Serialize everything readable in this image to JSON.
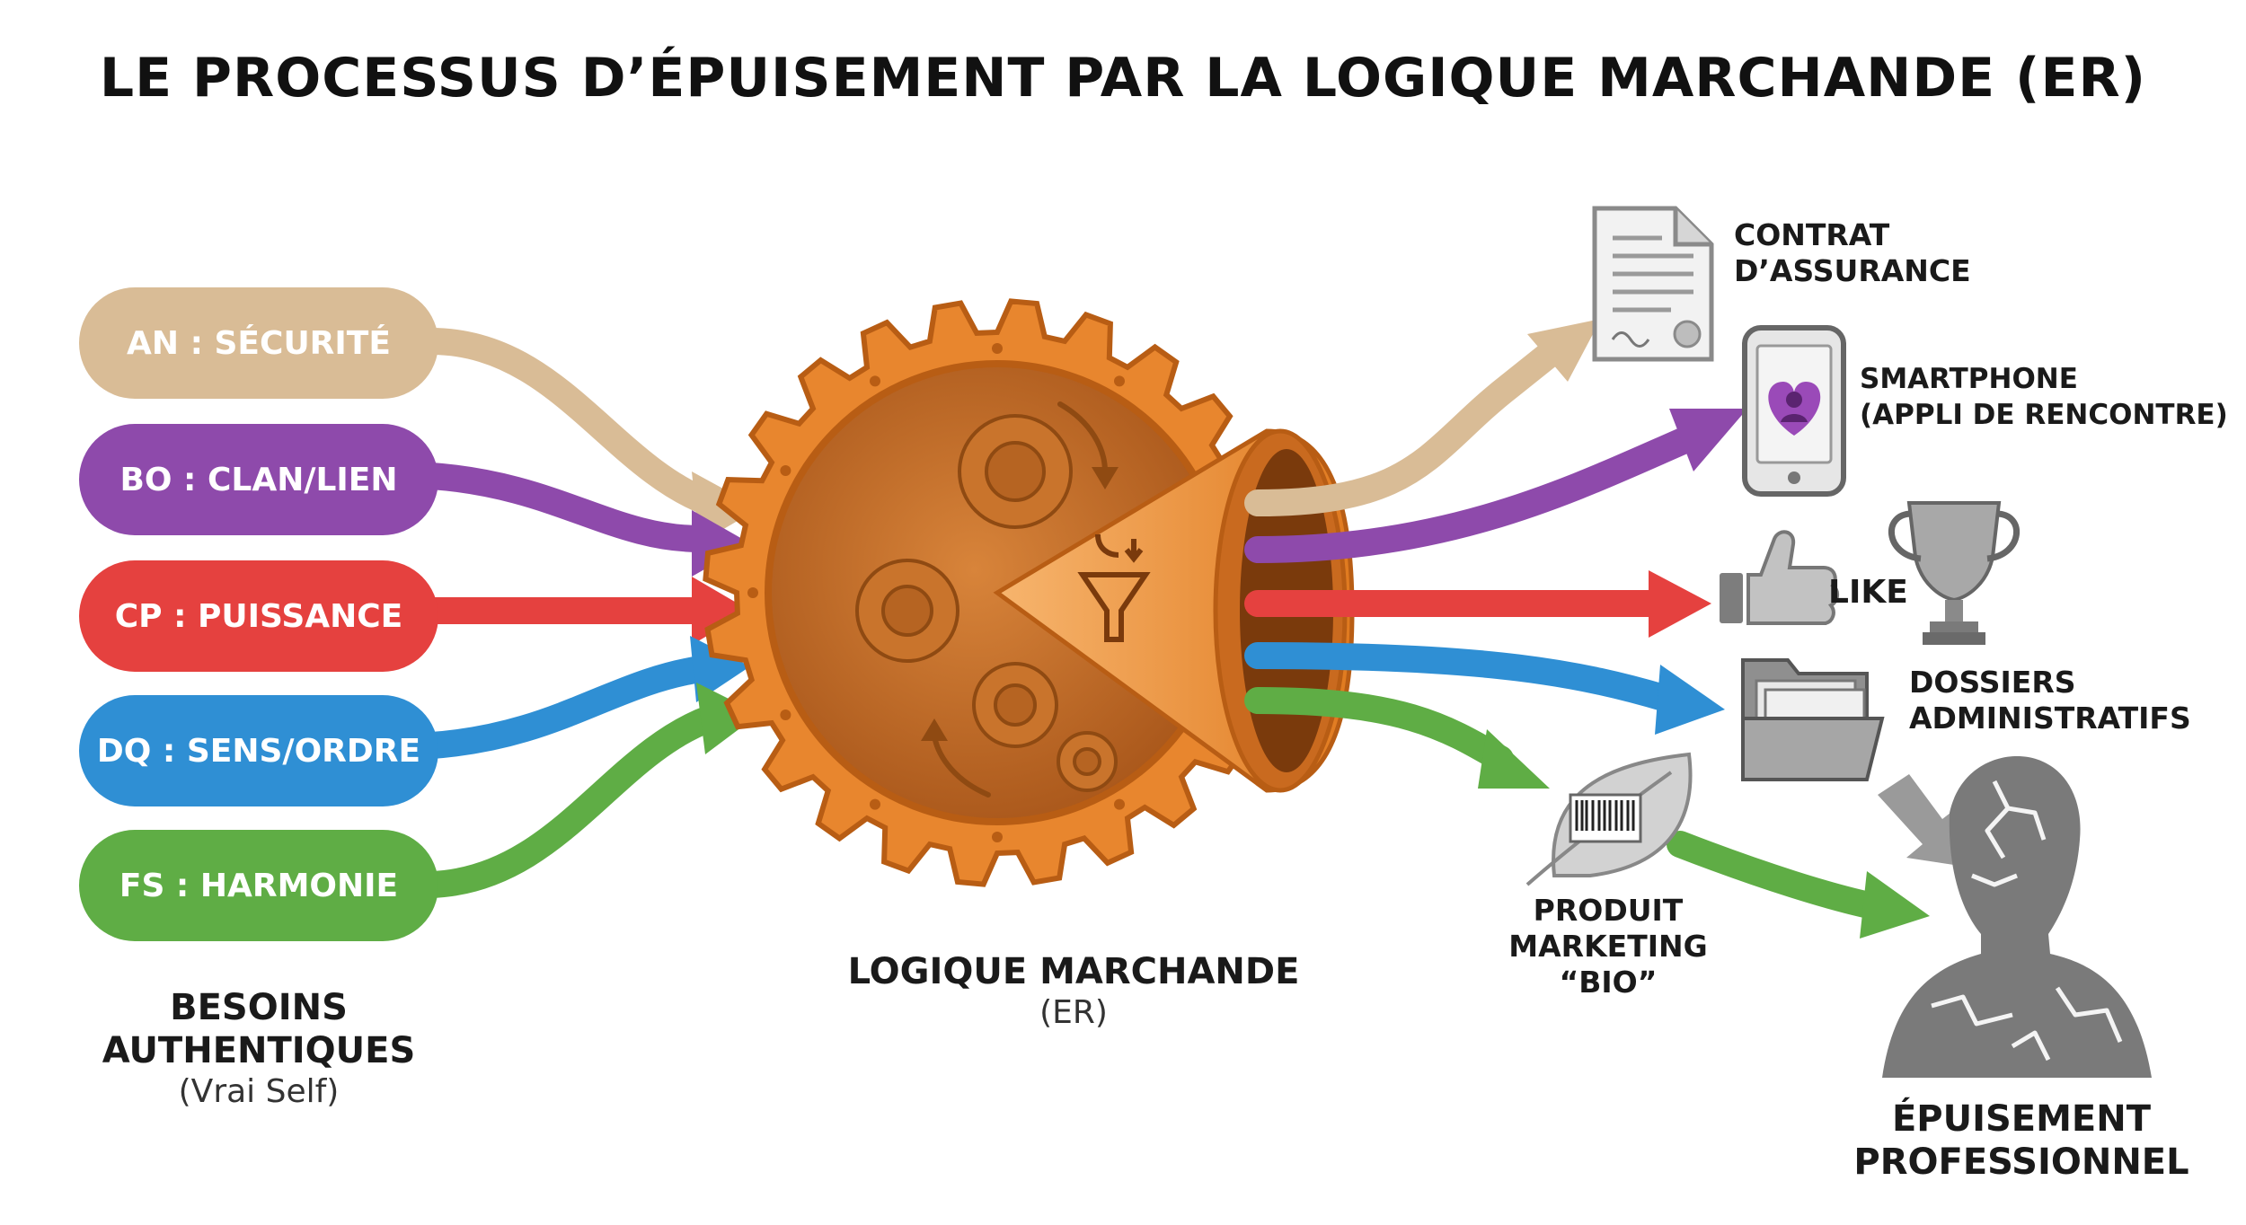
{
  "title": "LE PROCESSUS D’ÉPUISEMENT PAR LA LOGIQUE MARCHANDE (ER)",
  "colors": {
    "an": "#d9bc96",
    "bo": "#8e4aab",
    "cp": "#e5413f",
    "dq": "#2f8fd4",
    "fs": "#5fad45",
    "gear": "#e8862e",
    "gear_dark": "#b85d14",
    "grey": "#8a8a8a"
  },
  "needs": [
    {
      "label": "AN : SÉCURITÉ"
    },
    {
      "label": "BO : CLAN/LIEN"
    },
    {
      "label": "CP : PUISSANCE"
    },
    {
      "label": "DQ : SENS/ORDRE"
    },
    {
      "label": "FS : HARMONIE"
    }
  ],
  "left_caption": {
    "line1": "BESOINS",
    "line2": "AUTHENTIQUES",
    "line3": "(Vrai Self)"
  },
  "center_caption": {
    "line1": "LOGIQUE MARCHANDE",
    "line2": "(ER)"
  },
  "outputs": {
    "contract": {
      "line1": "CONTRAT",
      "line2": "D’ASSURANCE",
      "icon": "document-icon"
    },
    "smartphone": {
      "line1": "SMARTPHONE",
      "line2": "(APPLI DE RENCONTRE)",
      "icon": "smartphone-icon"
    },
    "like": {
      "label": "LIKE",
      "icon": "thumbs-up-icon",
      "icon2": "trophy-icon"
    },
    "folders": {
      "line1": "DOSSIERS",
      "line2": "ADMINISTRATIFS",
      "icon": "folder-icon"
    },
    "product": {
      "line1": "PRODUIT",
      "line2": "MARKETING",
      "line3": "“BIO”",
      "icon": "leaf-barcode-icon"
    }
  },
  "burnout": {
    "line1": "ÉPUISEMENT",
    "line2": "PROFESSIONNEL",
    "icon": "cracked-person-icon"
  }
}
